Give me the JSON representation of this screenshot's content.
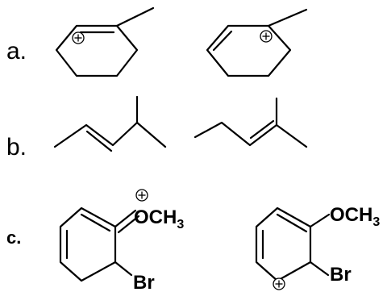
{
  "rows": [
    {
      "label": "a."
    },
    {
      "label": "b."
    },
    {
      "label": "c."
    }
  ],
  "atoms": {
    "oxygen_group_1": "OCH",
    "oxygen_group_1_sub": "3",
    "bromine_1": "Br",
    "oxygen_group_2": "OCH",
    "oxygen_group_2_sub": "3",
    "bromine_2": "Br"
  },
  "charges": {
    "sign": "+"
  }
}
